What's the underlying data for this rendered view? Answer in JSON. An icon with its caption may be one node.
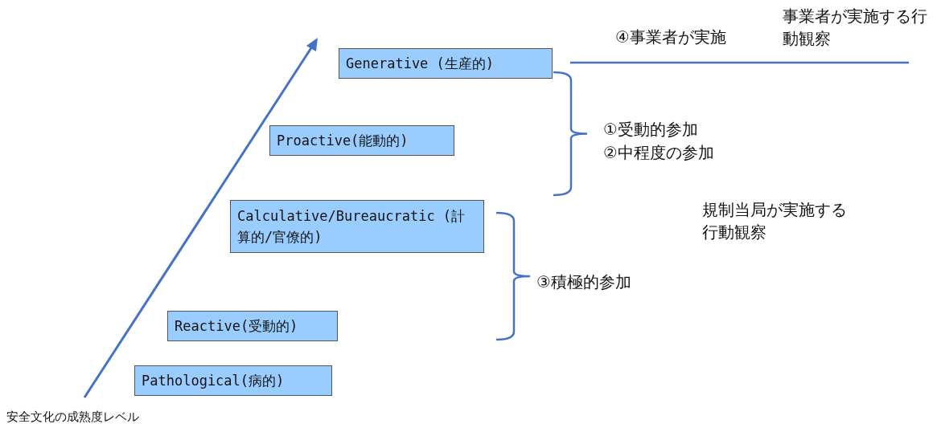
{
  "diagram": {
    "nodes": [
      {
        "text": [
          "Generative (生産的)"
        ]
      },
      {
        "text": [
          "Proactive(能動的)"
        ]
      },
      {
        "text": [
          "Calculative/Bureaucratic (計算的/官僚的)"
        ]
      },
      {
        "text": [
          "Reactive(受動的)"
        ]
      },
      {
        "text": [
          "Pathological(病的)"
        ]
      }
    ],
    "labels": [
      "事業者が実施する行動観察",
      "④事業者が実施",
      "①受動的参加",
      "②中程度の参加",
      "規制当局が実施する行動観察",
      "③積極的参加",
      "安全文化の成熟度レベル"
    ]
  }
}
